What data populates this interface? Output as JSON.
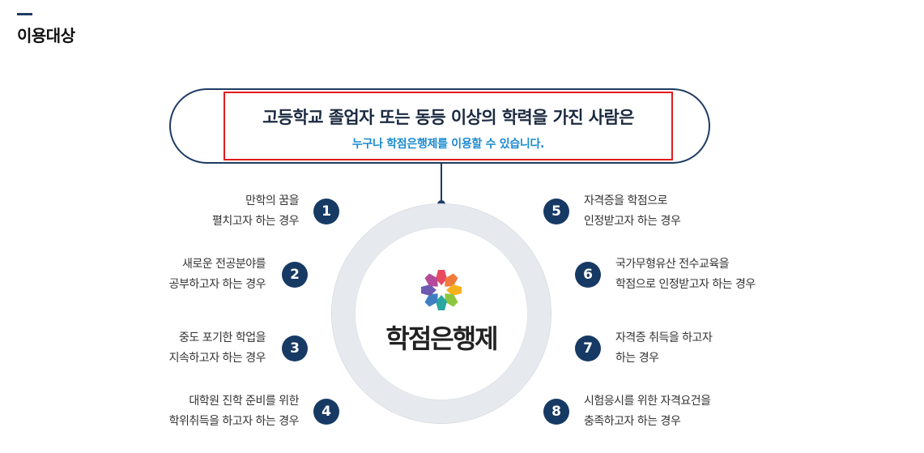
{
  "section": {
    "title": "이용대상"
  },
  "banner": {
    "headline": "고등학교 졸업자 또는 동등 이상의 학력을 가진 사람은",
    "subline": "누구나 학점은행제를 이용할 수 있습니다."
  },
  "center": {
    "logo_text": "학점은행제",
    "logo_icon": "flower-logo-icon"
  },
  "cases": [
    {
      "number": "1",
      "lines": [
        "만학의 꿈을",
        "펼치고자 하는 경우"
      ]
    },
    {
      "number": "2",
      "lines": [
        "새로운 전공분야를",
        "공부하고자 하는 경우"
      ]
    },
    {
      "number": "3",
      "lines": [
        "중도 포기한 학업을",
        "지속하고자 하는 경우"
      ]
    },
    {
      "number": "4",
      "lines": [
        "대학원 진학 준비를 위한",
        "학위취득을 하고자 하는 경우"
      ]
    },
    {
      "number": "5",
      "lines": [
        "자격증을 학점으로",
        "인정받고자 하는 경우"
      ]
    },
    {
      "number": "6",
      "lines": [
        "국가무형유산 전수교육을",
        "학점으로 인정받고자 하는 경우"
      ]
    },
    {
      "number": "7",
      "lines": [
        "자격증 취득을 하고자",
        "하는 경우"
      ]
    },
    {
      "number": "8",
      "lines": [
        "시험응시를 위한 자격요건을",
        "충족하고자 하는 경우"
      ]
    }
  ],
  "colors": {
    "accent_navy": "#1f3c64",
    "subline_blue": "#1a8ad0",
    "highlight_red": "#e21b1b",
    "number_badge": "#173a64"
  }
}
